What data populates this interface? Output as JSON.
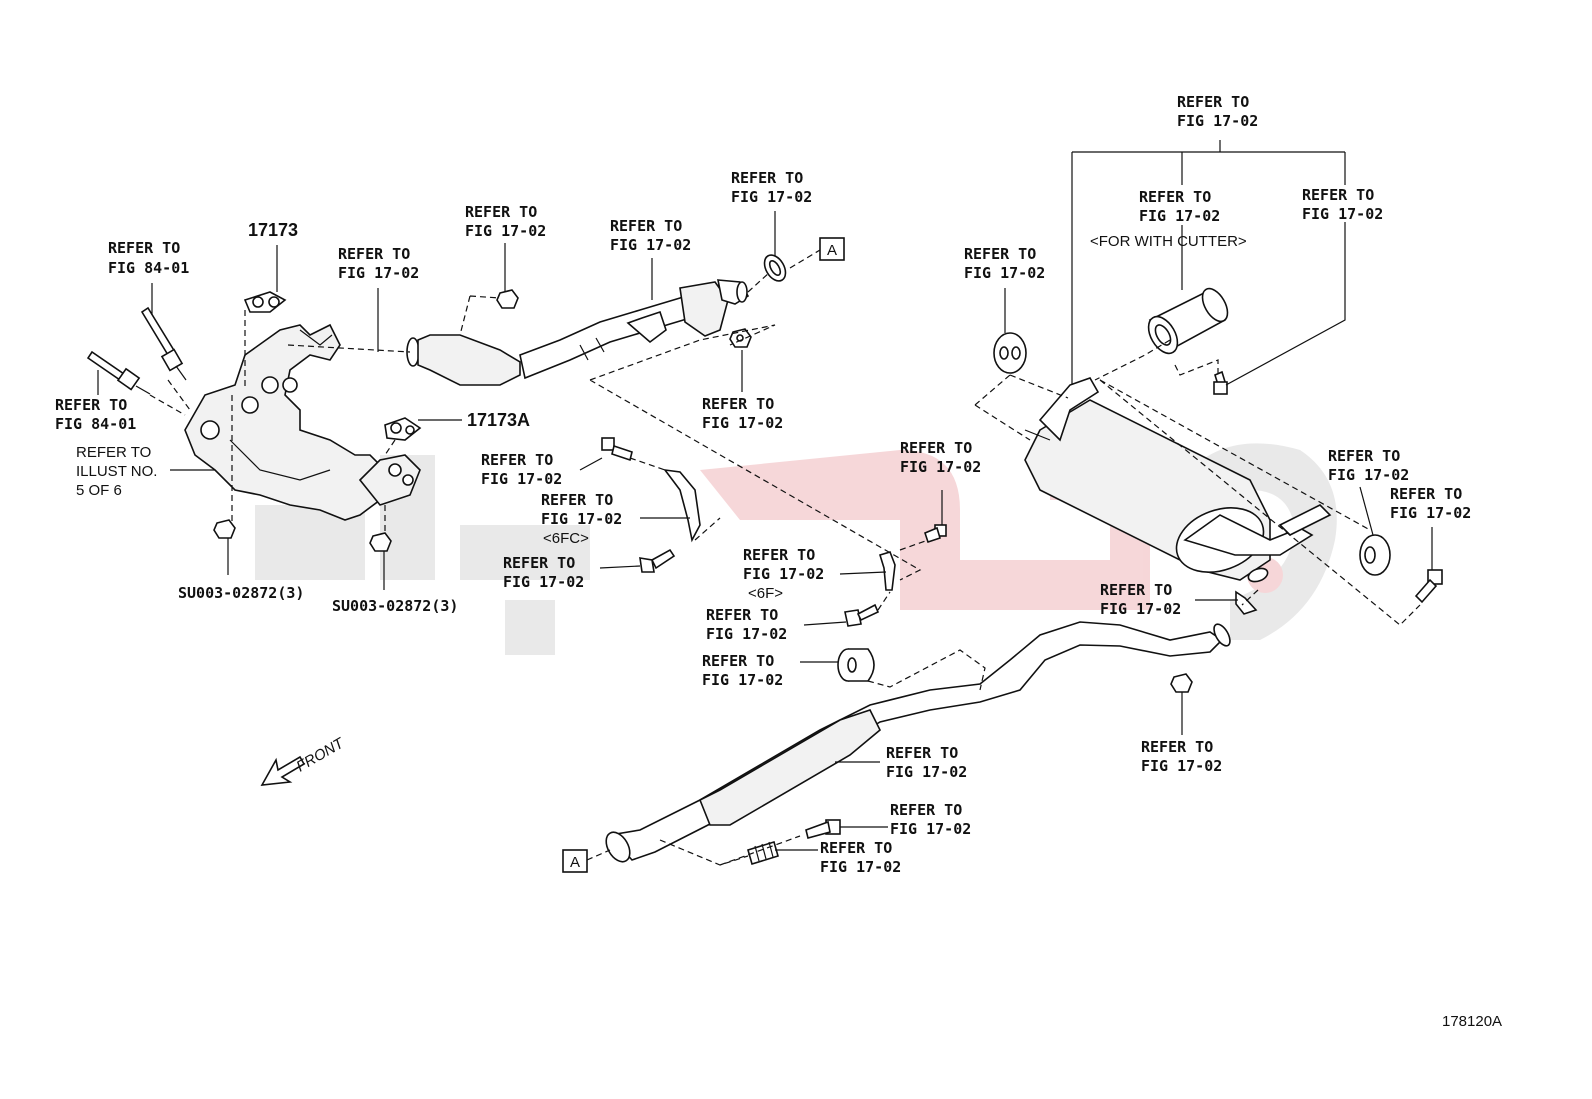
{
  "diagram_id": "178120A",
  "front_label": "FRONT",
  "refer_line1": "REFER TO",
  "callouts": [
    {
      "id": "o2-upper",
      "line2": "FIG 84-01"
    },
    {
      "id": "o2-lower",
      "line2": "FIG 84-01"
    },
    {
      "id": "gasket-front",
      "line2": "FIG 17-02"
    },
    {
      "id": "nut-top",
      "line2": "FIG 17-02"
    },
    {
      "id": "pipe-front",
      "line2": "FIG 17-02"
    },
    {
      "id": "ring-a",
      "line2": "FIG 17-02"
    },
    {
      "id": "nut-mid",
      "line2": "FIG 17-02"
    },
    {
      "id": "bolt-upper",
      "line2": "FIG 17-02"
    },
    {
      "id": "bracket-6fc",
      "line2": "FIG 17-02",
      "line3": "<6FC>"
    },
    {
      "id": "bolt-lower",
      "line2": "FIG 17-02"
    },
    {
      "id": "bolt-center",
      "line2": "FIG 17-02"
    },
    {
      "id": "bracket-6f",
      "line2": "FIG 17-02",
      "line3": "<6F>"
    },
    {
      "id": "bolt-small",
      "line2": "FIG 17-02"
    },
    {
      "id": "hanger-center",
      "line2": "FIG 17-02"
    },
    {
      "id": "center-pipe",
      "line2": "FIG 17-02"
    },
    {
      "id": "bolt-bottom",
      "line2": "FIG 17-02"
    },
    {
      "id": "spring-bottom",
      "line2": "FIG 17-02"
    },
    {
      "id": "muffler-group",
      "line2": "FIG 17-02"
    },
    {
      "id": "cutter",
      "line2": "FIG 17-02",
      "line3": "<FOR WITH CUTTER>"
    },
    {
      "id": "cutter-bolt",
      "line2": "FIG 17-02"
    },
    {
      "id": "hanger-left",
      "line2": "FIG 17-02"
    },
    {
      "id": "hanger-right",
      "line2": "FIG 17-02"
    },
    {
      "id": "bolt-right",
      "line2": "FIG 17-02"
    },
    {
      "id": "gasket-rear",
      "line2": "FIG 17-02"
    },
    {
      "id": "nut-rear",
      "line2": "FIG 17-02"
    }
  ],
  "illust_ref": {
    "line1": "REFER TO",
    "line2": "ILLUST NO.",
    "line3": "5 OF 6"
  },
  "part_numbers": {
    "p17173": "17173",
    "p17173a": "17173A",
    "nut_left": "SU003-02872(3)",
    "nut_right": "SU003-02872(3)"
  },
  "connector_a": "A"
}
